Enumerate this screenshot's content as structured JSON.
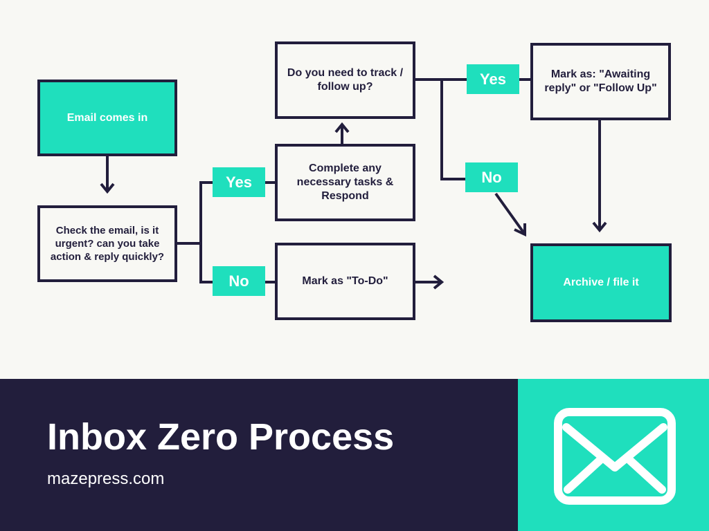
{
  "colors": {
    "accent": "#1fdfbd",
    "dark": "#221e3c",
    "background": "#f8f8f4",
    "text_light": "#ffffff"
  },
  "diagram": {
    "nodes": {
      "email_in": "Email comes in",
      "check_email": "Check the email, is it urgent? can you take action & reply quickly?",
      "complete_tasks": "Complete any necessary tasks & Respond",
      "mark_todo": "Mark as \"To-Do\"",
      "track_followup": "Do you need to track / follow up?",
      "mark_awaiting": "Mark as: \"Awaiting reply\" or \"Follow Up\"",
      "archive": "Archive / file it"
    },
    "badges": {
      "urgent_yes": "Yes",
      "urgent_no": "No",
      "track_yes": "Yes",
      "track_no": "No"
    }
  },
  "footer": {
    "title": "Inbox Zero Process",
    "url": "mazepress.com",
    "icon": "envelope-icon"
  }
}
